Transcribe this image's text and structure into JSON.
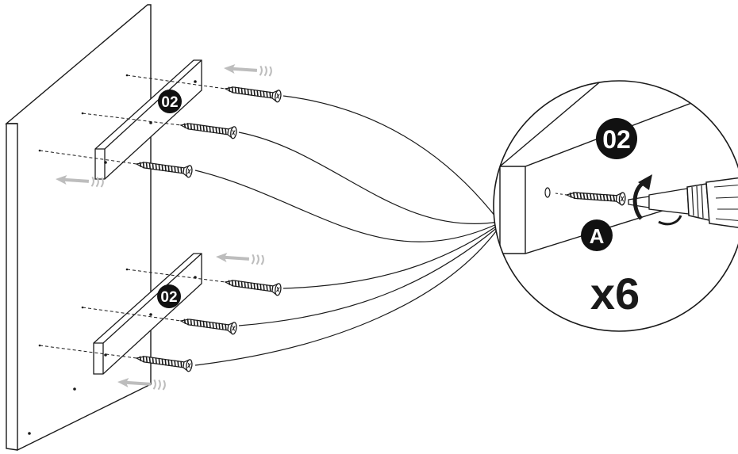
{
  "part_labels": {
    "upper_cleat": "02",
    "lower_cleat": "02",
    "detail_part": "02"
  },
  "hardware_label": "A",
  "quantity": "x6",
  "colors": {
    "line": "#1a1a1a",
    "panel_fill": "#ffffff",
    "badge_fill": "#111111",
    "motion_arrow": "#bdbdbd"
  },
  "icons": {
    "rotation": "clockwise-rotation-icon",
    "motion": "insert-direction-arrow-icon"
  }
}
